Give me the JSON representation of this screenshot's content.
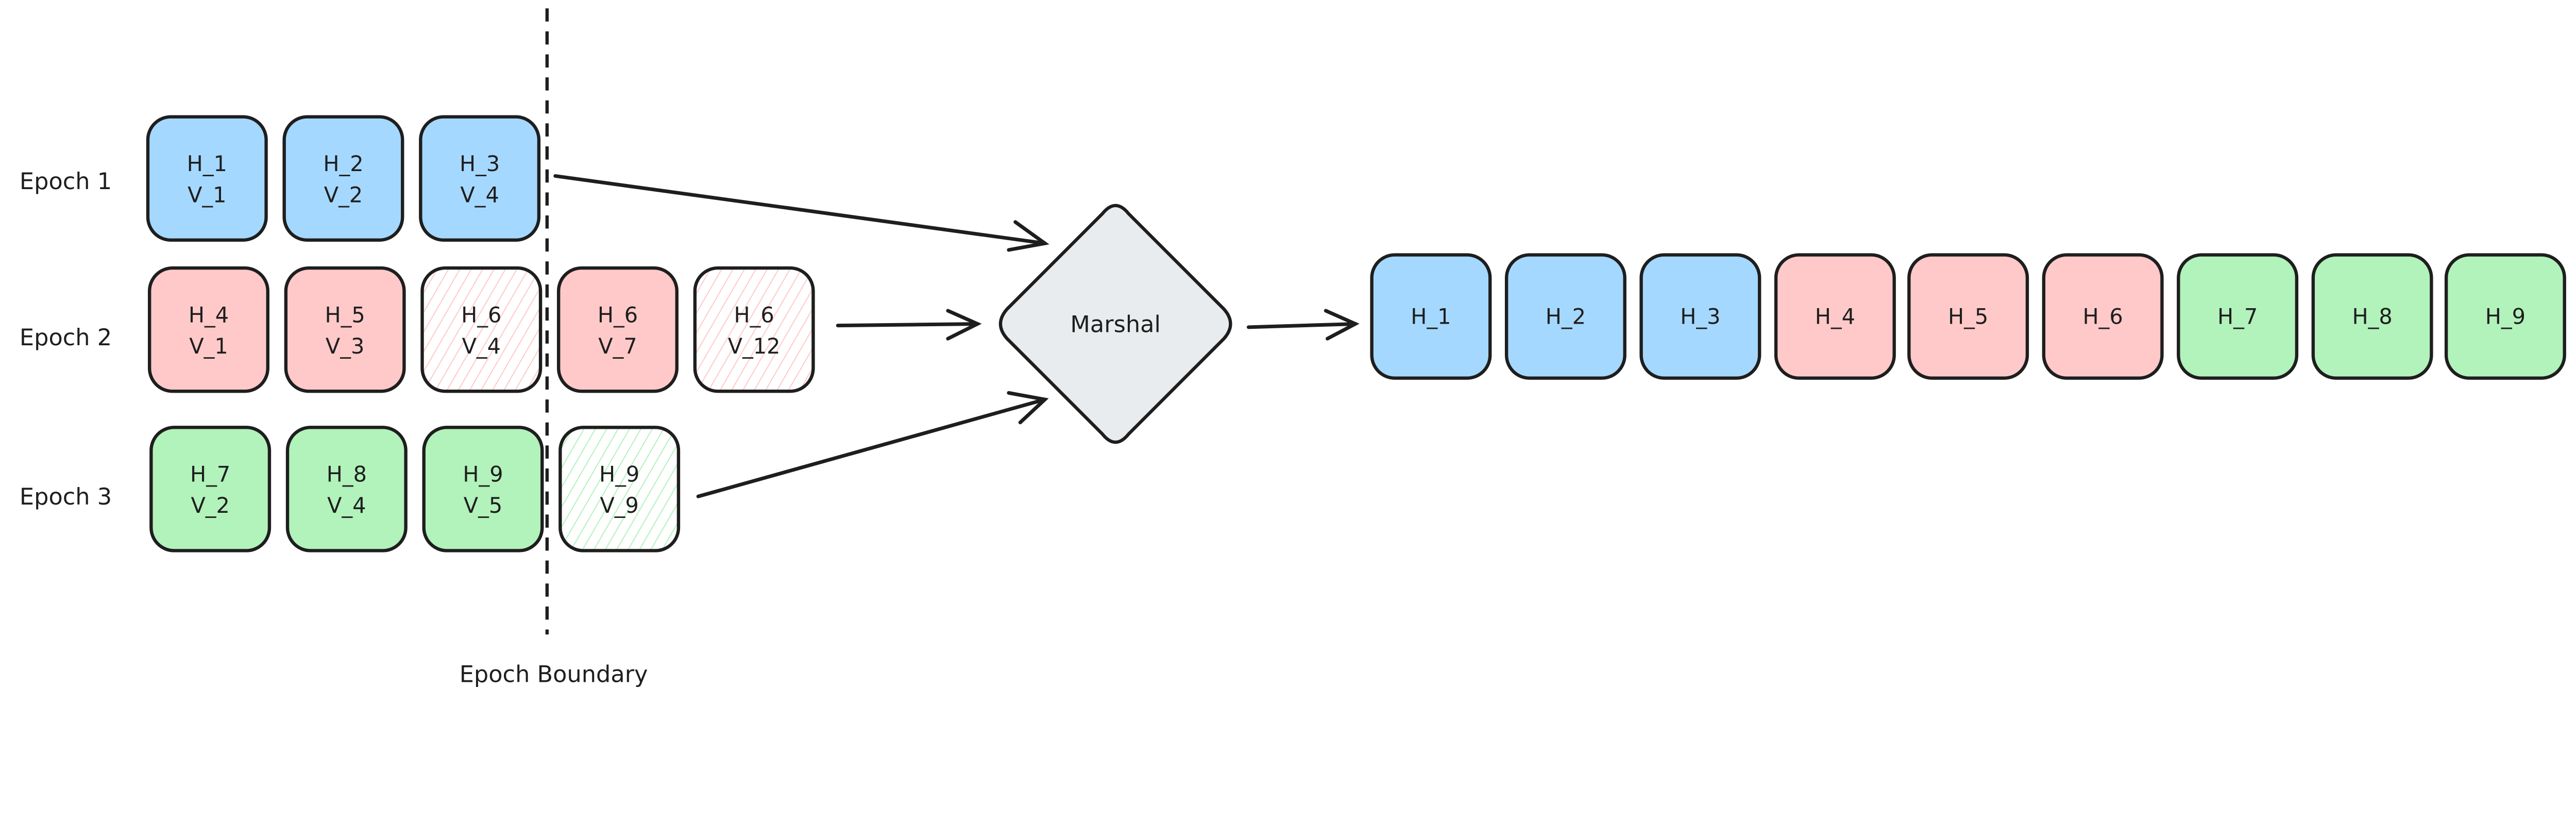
{
  "colors": {
    "stroke": "#1e1e1e",
    "blue": "#a5d8ff",
    "red": "#ffc9c9",
    "green": "#b2f2bb",
    "marshal_fill": "#e9ecef",
    "background": "#ffffff"
  },
  "boundary_label": "Epoch Boundary",
  "marshal_label": "Marshal",
  "epochs": [
    {
      "label": "Epoch 1",
      "color": "blue",
      "items": [
        {
          "h": "H_1",
          "v": "V_1",
          "hatched": false
        },
        {
          "h": "H_2",
          "v": "V_2",
          "hatched": false
        },
        {
          "h": "H_3",
          "v": "V_4",
          "hatched": false
        }
      ]
    },
    {
      "label": "Epoch 2",
      "color": "red",
      "items": [
        {
          "h": "H_4",
          "v": "V_1",
          "hatched": false
        },
        {
          "h": "H_5",
          "v": "V_3",
          "hatched": false
        },
        {
          "h": "H_6",
          "v": "V_4",
          "hatched": true
        },
        {
          "h": "H_6",
          "v": "V_7",
          "hatched": false
        },
        {
          "h": "H_6",
          "v": "V_12",
          "hatched": true
        }
      ]
    },
    {
      "label": "Epoch 3",
      "color": "green",
      "items": [
        {
          "h": "H_7",
          "v": "V_2",
          "hatched": false
        },
        {
          "h": "H_8",
          "v": "V_4",
          "hatched": false
        },
        {
          "h": "H_9",
          "v": "V_5",
          "hatched": false
        },
        {
          "h": "H_9",
          "v": "V_9",
          "hatched": true
        }
      ]
    }
  ],
  "output": [
    {
      "label": "H_1",
      "color": "blue"
    },
    {
      "label": "H_2",
      "color": "blue"
    },
    {
      "label": "H_3",
      "color": "blue"
    },
    {
      "label": "H_4",
      "color": "red"
    },
    {
      "label": "H_5",
      "color": "red"
    },
    {
      "label": "H_6",
      "color": "red"
    },
    {
      "label": "H_7",
      "color": "green"
    },
    {
      "label": "H_8",
      "color": "green"
    },
    {
      "label": "H_9",
      "color": "green"
    }
  ]
}
